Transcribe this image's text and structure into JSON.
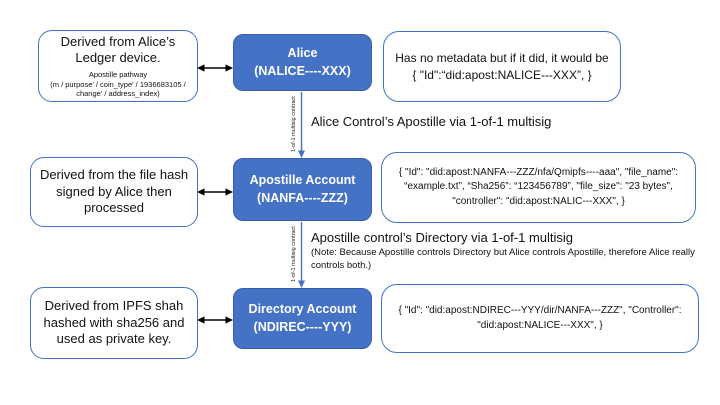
{
  "colors": {
    "accent_blue": "#4472C4",
    "arrow_black": "#000000"
  },
  "rows": [
    {
      "note": {
        "title": "Derived from Alice’s Ledger device.",
        "subtitle": "Apostille pathway",
        "detail": "(m / purpose' / coin_type' / 1936683105 / change' / address_index)"
      },
      "account": {
        "name": "Alice",
        "id": "(NALICE----XXX)"
      },
      "metadata": {
        "intro": "Has no metadata but if it did, it would be",
        "json": "{ \"Id\":“did:apost:NALICE---XXX”, }"
      }
    },
    {
      "note": {
        "title": "Derived from the file hash signed by Alice then processed"
      },
      "account": {
        "name": "Apostille Account",
        "id": "(NANFA----ZZZ)"
      },
      "metadata": {
        "json": "{ \"Id\": \"did:apost:NANFA---ZZZ/nfa/Qmipfs----aaa\", \"file_name\": “example.txt”, “Sha256”: “123456789”, \"file_size\": \"23 bytes\", \"controller\": \"did:apost:NALIC---XXX\", }"
      }
    },
    {
      "note": {
        "title": "Derived from IPFS shah hashed with sha256 and used as private key."
      },
      "account": {
        "name": "Directory Account",
        "id": "(NDIREC----YYY)"
      },
      "metadata": {
        "json": "{ \"Id\": \"did:apost:NDIREC---YYY/dir/NANFA---ZZZ\", \"Controller\": \"did:apost:NALICE---XXX\", }"
      }
    }
  ],
  "connectors": [
    {
      "label": "Alice Control’s Apostille via 1-of-1 multisig",
      "edge_label": "1-of-1 multisig contract"
    },
    {
      "label": "Apostille control’s Directory via 1-of-1 multisig",
      "note": "(Note: Because Apostille controls Directory but Alice controls Apostille, therefore Alice really controls both.)",
      "edge_label": "1-of-1 multisig contract"
    }
  ]
}
